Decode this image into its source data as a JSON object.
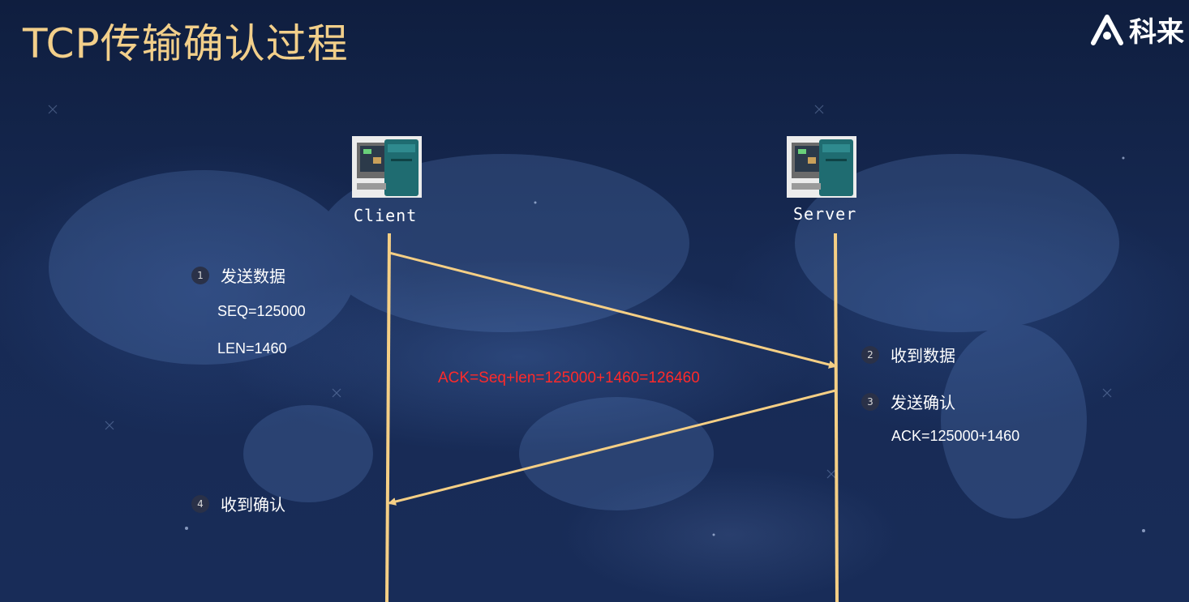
{
  "title": "TCP传输确认过程",
  "brand": {
    "logo_text": "科来",
    "logo_icon": "kelai-logo-icon"
  },
  "hosts": {
    "client": {
      "label": "Client",
      "icon": "computer-icon"
    },
    "server": {
      "label": "Server",
      "icon": "computer-icon"
    }
  },
  "steps": [
    {
      "num": "1",
      "label": "发送数据",
      "details": [
        "SEQ=125000",
        "LEN=1460"
      ]
    },
    {
      "num": "2",
      "label": "收到数据",
      "details": []
    },
    {
      "num": "3",
      "label": "发送确认",
      "details": [
        "ACK=125000+1460"
      ]
    },
    {
      "num": "4",
      "label": "收到确认",
      "details": []
    }
  ],
  "annotation": "ACK=Seq+len=125000+1460=126460",
  "colors": {
    "title": "#f2cf8a",
    "line": "#f5cf85",
    "annotation": "#ff2a2a",
    "text": "#ffffff",
    "background": "#172a54"
  }
}
